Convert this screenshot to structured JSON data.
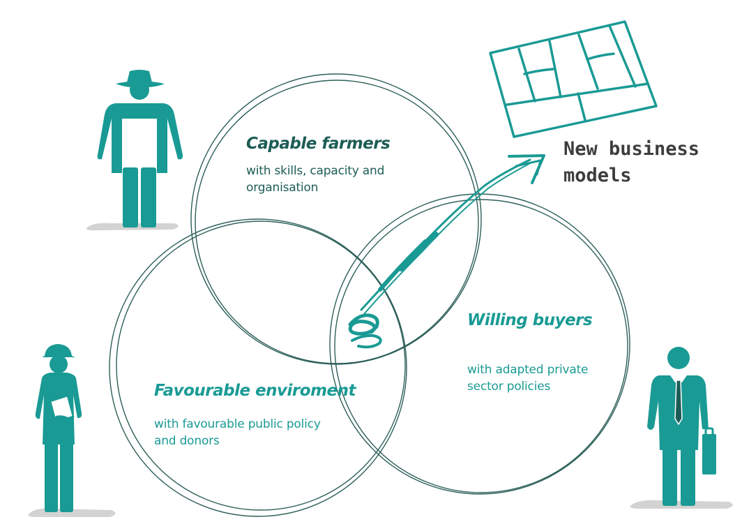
{
  "circles": [
    {
      "id": "capable-farmers",
      "title": "Capable farmers",
      "description": "with skills, capacity and organisation"
    },
    {
      "id": "willing-buyers",
      "title": "Willing buyers",
      "description": "with adapted private sector policies"
    },
    {
      "id": "favourable-environment",
      "title": "Favourable enviroment",
      "description": "with favourable public policy and donors"
    }
  ],
  "outcome": {
    "label": "New business models"
  },
  "actors": [
    {
      "name": "farmer",
      "icon": "farmer-with-hat-icon"
    },
    {
      "name": "official",
      "icon": "person-with-helmet-and-clipboard-icon"
    },
    {
      "name": "businessman",
      "icon": "businessman-with-briefcase-icon"
    }
  ],
  "colors": {
    "teal": "#1a9a94",
    "dark_teal": "#1d5c56",
    "circle_stroke": "#2c5f59",
    "text_dark": "#3d3d3d",
    "shadow": "#c4c4c4"
  }
}
